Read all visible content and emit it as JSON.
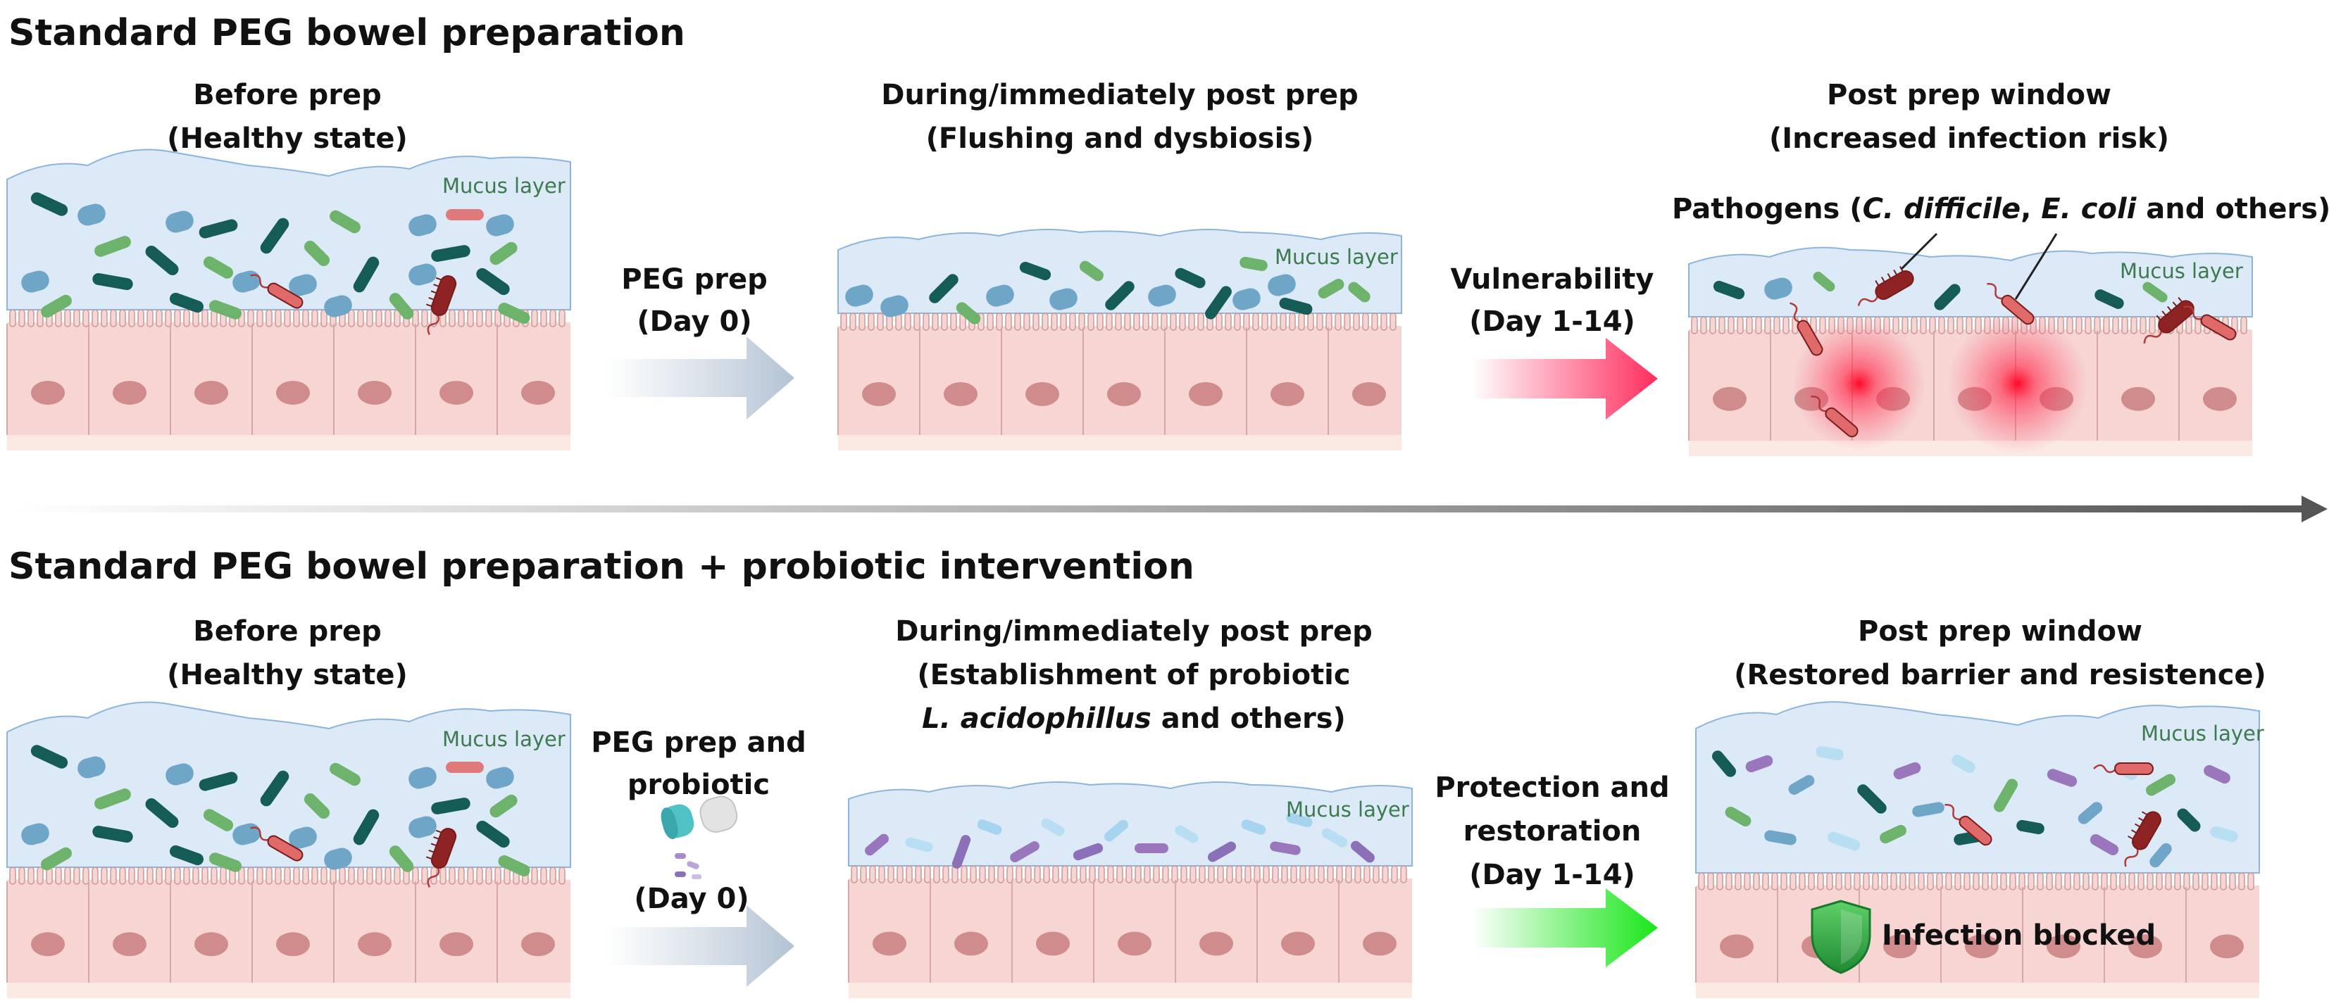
{
  "sections": [
    {
      "title": "Standard PEG bowel preparation",
      "stages": [
        {
          "title": [
            "Before prep",
            "(Healthy state)"
          ],
          "mucus_label": "Mucus layer"
        },
        {
          "title": [
            "During/immediately post prep",
            "(Flushing and dysbiosis)"
          ],
          "mucus_label": "Mucus layer"
        },
        {
          "title": [
            "Post prep window",
            "(Increased infection risk)"
          ],
          "mucus_label": "Mucus layer"
        }
      ],
      "arrows": [
        {
          "lines": [
            "PEG prep",
            "(Day 0)"
          ],
          "color": "#b3c3d4"
        },
        {
          "lines": [
            "Vulnerability",
            "(Day 1-14)"
          ],
          "color": "#ff2d5e"
        }
      ],
      "pathogen_label": {
        "prefix": "Pathogens (",
        "species1": "C. difficile",
        "sep": ", ",
        "species2": "E. coli",
        "suffix": " and others)"
      }
    },
    {
      "title": "Standard PEG bowel preparation + probiotic intervention",
      "stages": [
        {
          "title": [
            "Before prep",
            "(Healthy state)"
          ],
          "mucus_label": "Mucus layer"
        },
        {
          "title": [
            "During/immediately post prep",
            "(Establishment of probiotic"
          ],
          "title_italic": "L. acidophillus",
          "title_suffix": " and others)",
          "mucus_label": "Mucus layer"
        },
        {
          "title": [
            "Post prep window",
            "(Restored barrier and resistence)"
          ],
          "mucus_label": "Mucus layer"
        }
      ],
      "arrows": [
        {
          "lines": [
            "PEG prep and",
            "probiotic",
            "(Day 0)"
          ],
          "color": "#b3c3d4"
        },
        {
          "lines": [
            "Protection and",
            "restoration",
            "(Day 1-14)"
          ],
          "color": "#19e619"
        }
      ],
      "blocked_label": "Infection blocked"
    }
  ],
  "icons": [
    "bacteria-icon",
    "pathogen-icon",
    "capsule-icon",
    "shield-icon",
    "timeline-arrow-icon"
  ],
  "colors": {
    "mucus": "#dce9f6",
    "epithelium": "#f6d5d3",
    "nucleus": "#d08c8c",
    "pathogen": "#8e2323",
    "probiotic": "#9a77bd",
    "shield": "#2faa45"
  }
}
